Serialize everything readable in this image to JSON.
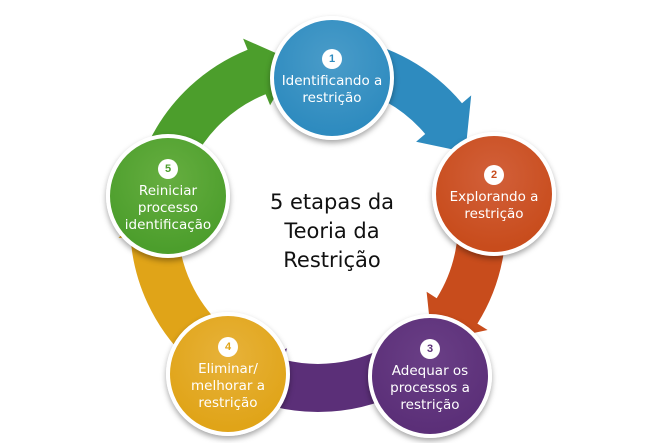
{
  "title_lines": [
    "5 etapas da",
    "Teoria da",
    "Restrição"
  ],
  "steps": [
    {
      "number": "1",
      "lines": [
        "Identificando a",
        "restrição"
      ],
      "color": "#2e8bbf",
      "ring": "#4a9cc9"
    },
    {
      "number": "2",
      "lines": [
        "Explorando a",
        "restrição"
      ],
      "color": "#c84c1c",
      "ring": "#d2603a"
    },
    {
      "number": "3",
      "lines": [
        "Adequar os",
        "processos a",
        "restrição"
      ],
      "color": "#5b2f78",
      "ring": "#6a3f86"
    },
    {
      "number": "4",
      "lines": [
        "Eliminar/",
        "melhorar a",
        "restrição"
      ],
      "color": "#e0a418",
      "ring": "#e7b23a"
    },
    {
      "number": "5",
      "lines": [
        "Reiniciar",
        "processo",
        "identificação"
      ],
      "color": "#4c9e2c",
      "ring": "#66ae40"
    }
  ]
}
